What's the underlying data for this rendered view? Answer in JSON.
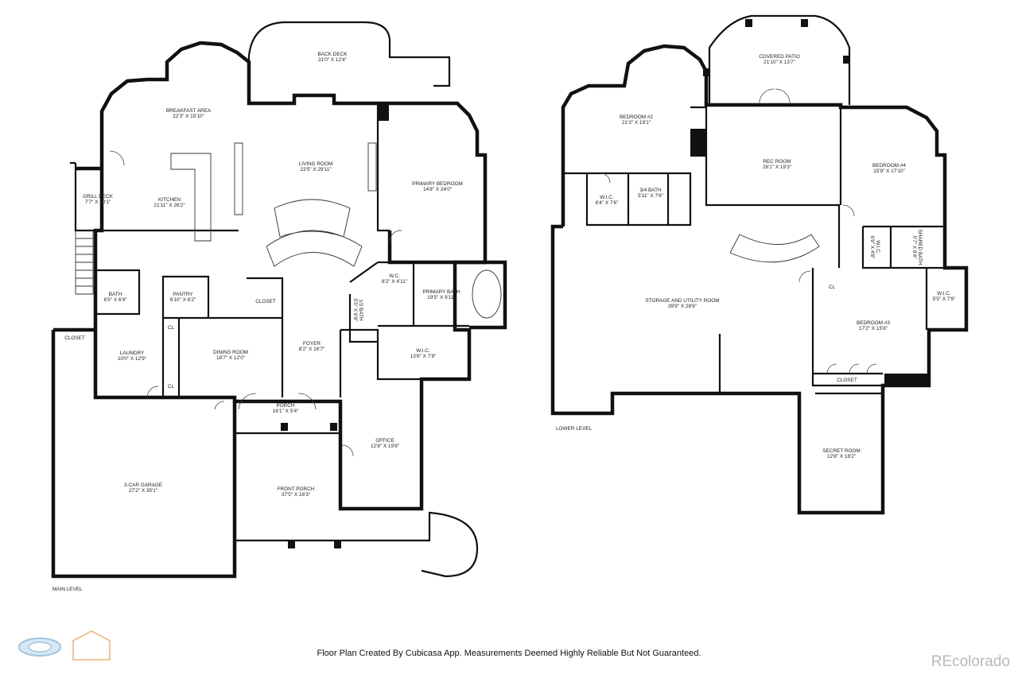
{
  "main_level": {
    "label": "MAIN LEVEL",
    "rooms": [
      {
        "id": "back-deck",
        "name": "BACK DECK",
        "dims": "31'0\" X 12'4\""
      },
      {
        "id": "breakfast-area",
        "name": "BREAKFAST AREA",
        "dims": "22'3\" X 15'10\""
      },
      {
        "id": "living-room",
        "name": "LIVING ROOM",
        "dims": "23'5\" X 29'11\""
      },
      {
        "id": "primary-bedroom",
        "name": "PRIMARY BEDROOM",
        "dims": "14'8\" X 24'0\""
      },
      {
        "id": "grill-deck",
        "name": "GRILL DECK",
        "dims": "7'7\" X 10'1\""
      },
      {
        "id": "kitchen",
        "name": "KITCHEN",
        "dims": "21'11\" X 26'2\""
      },
      {
        "id": "bath",
        "name": "BATH",
        "dims": "6'5\" X 6'4\""
      },
      {
        "id": "pantry",
        "name": "PANTRY",
        "dims": "6'10\" X 6'2\""
      },
      {
        "id": "closet-main",
        "name": "CLOSET",
        "dims": ""
      },
      {
        "id": "wc",
        "name": "W.C.",
        "dims": "8'2\" X 4'11\""
      },
      {
        "id": "primary-bath",
        "name": "PRIMARY BATH",
        "dims": "19'5\" X 9'11\""
      },
      {
        "id": "half-bath",
        "name": "1/2 BATH",
        "dims": "5'5\" X 6'9\""
      },
      {
        "id": "closet-garage",
        "name": "CLOSET",
        "dims": ""
      },
      {
        "id": "laundry",
        "name": "LAUNDRY",
        "dims": "10'0\" X 12'9\""
      },
      {
        "id": "cl-1",
        "name": "CL",
        "dims": ""
      },
      {
        "id": "cl-2",
        "name": "CL",
        "dims": ""
      },
      {
        "id": "dining-room",
        "name": "DINING ROOM",
        "dims": "18'7\" X 12'0\""
      },
      {
        "id": "foyer",
        "name": "FOYER",
        "dims": "8'2\" X 16'7\""
      },
      {
        "id": "primary-wic",
        "name": "W.I.C.",
        "dims": "13'8\" X 7'8\""
      },
      {
        "id": "porch",
        "name": "PORCH",
        "dims": "16'1\" X 5'4\""
      },
      {
        "id": "office",
        "name": "OFFICE",
        "dims": "12'8\" X 19'8\""
      },
      {
        "id": "garage",
        "name": "3-CAR GARAGE",
        "dims": "27'2\" X 35'1\""
      },
      {
        "id": "front-porch",
        "name": "FRONT PORCH",
        "dims": "37'5\" X 16'3\""
      }
    ]
  },
  "lower_level": {
    "label": "LOWER LEVEL",
    "rooms": [
      {
        "id": "covered-patio",
        "name": "COVERED PATIO",
        "dims": "21'10\" X 13'7\""
      },
      {
        "id": "bedroom-2",
        "name": "BEDROOM #2",
        "dims": "21'3\" X 19'1\""
      },
      {
        "id": "rec-room",
        "name": "REC ROOM",
        "dims": "26'1\" X 19'3\""
      },
      {
        "id": "bedroom-4",
        "name": "BEDROOM #4",
        "dims": "15'9\" X 17'10\""
      },
      {
        "id": "wic-b2",
        "name": "W.I.C.",
        "dims": "6'4\" X 7'6\""
      },
      {
        "id": "three-quarter-bath",
        "name": "3/4 BATH",
        "dims": "5'11\" X 7'6\""
      },
      {
        "id": "wic-b4",
        "name": "W.I.C.",
        "dims": "6'9\" X 4'8\""
      },
      {
        "id": "shared-bath",
        "name": "SHARED BATH",
        "dims": "5'7\" X 8'4\""
      },
      {
        "id": "storage",
        "name": "STORAGE AND UTILITY ROOM",
        "dims": "39'9\" X 28'6\""
      },
      {
        "id": "cl-lower",
        "name": "CL",
        "dims": ""
      },
      {
        "id": "wic-b3",
        "name": "W.I.C.",
        "dims": "5'5\" X 7'9\""
      },
      {
        "id": "bedroom-3",
        "name": "BEDROOM #3",
        "dims": "17'2\" X 15'8\""
      },
      {
        "id": "closet-lower",
        "name": "CLOSET",
        "dims": ""
      },
      {
        "id": "secret-room",
        "name": "SECRET ROOM",
        "dims": "12'8\" X 18'2\""
      }
    ]
  },
  "footer": {
    "note": "Floor Plan Created By Cubicasa App. Measurements Deemed Highly Reliable But Not Guaranteed.",
    "brand": "REcolorado"
  },
  "colors": {
    "wall": "#111111",
    "brand": "#b8b8b8",
    "logo_roof": "#e9b77c",
    "logo_blue": "#9fc4de"
  }
}
